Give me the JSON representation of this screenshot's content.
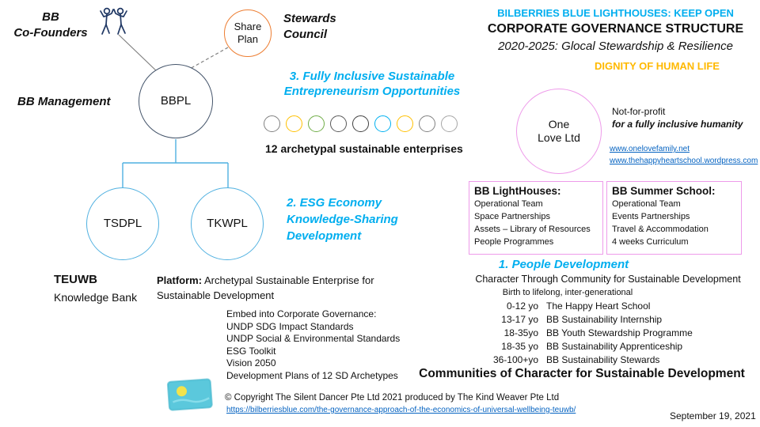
{
  "colors": {
    "cyan": "#00AEEF",
    "gold": "#FFB900",
    "orange": "#ED7D31",
    "blue": "#4FB0E0",
    "dark": "#44546A",
    "pink": "#EE9BEA",
    "link": "#0563C1",
    "navy": "#203864",
    "gray": "#808080"
  },
  "header": {
    "title1": "BILBERRIES BLUE LIGHTHOUSES: KEEP OPEN",
    "title2": "CORPORATE GOVERNANCE STRUCTURE",
    "subtitle": "2020-2025: Glocal Stewardship & Resilience",
    "tagline": "DIGNITY OF HUMAN LIFE"
  },
  "org_chart": {
    "cofounders_line1": "BB",
    "cofounders_line2": "Co-Founders",
    "share_plan_line1": "Share",
    "share_plan_line2": "Plan",
    "stewards_line1": "Stewards",
    "stewards_line2": "Council",
    "management": "BB Management",
    "bbpl": "BBPL",
    "tsdpl": "TSDPL",
    "tkwpl": "TKWPL",
    "teuwb_title": "TEUWB",
    "teuwb_subtitle": "Knowledge Bank",
    "platform_label": "Platform:",
    "platform_text": " Archetypal Sustainable Enterprise for Sustainable Development",
    "embed_list": [
      "Embed into Corporate Governance:",
      "UNDP SDG Impact Standards",
      "UNDP Social & Environmental Standards",
      "ESG Toolkit",
      "Vision 2050",
      "Development Plans of 12 SD Archetypes"
    ]
  },
  "sections": {
    "three_title": "3. Fully Inclusive Sustainable Entrepreneurism Opportunities",
    "three_caption": "12 archetypal sustainable enterprises",
    "two_title": "2. ESG Economy Knowledge-Sharing Development",
    "one_title": "1. People Development",
    "one_subtitle": "Character Through Community for Sustainable Development",
    "one_note": "Birth to lifelong, inter-generational"
  },
  "enterprise_circles": [
    "#808080",
    "#FFC000",
    "#70AD47",
    "#595959",
    "#404040",
    "#00B0F0",
    "#FFC000",
    "#808080",
    "#A6A6A6"
  ],
  "one_love": {
    "line1": "One",
    "line2": "Love Ltd",
    "note1": "Not-for-profit",
    "note2": "for a fully inclusive humanity",
    "link1": "www.onelovefamily.net",
    "link2": "www.thehappyheartschool.wordpress.com"
  },
  "boxes": [
    {
      "title": "BB LightHouses:",
      "items": [
        "Operational Team",
        "Space Partnerships",
        "Assets – Library of Resources",
        "People Programmes"
      ]
    },
    {
      "title": "BB Summer School:",
      "items": [
        "Operational Team",
        "Events Partnerships",
        "Travel & Accommodation",
        "4 weeks Curriculum"
      ]
    }
  ],
  "age_table": [
    {
      "age": "0-12 yo",
      "program": "The Happy Heart School"
    },
    {
      "age": "13-17 yo",
      "program": "BB Sustainability Internship"
    },
    {
      "age": "18-35yo",
      "program": "BB Youth Stewardship Programme"
    },
    {
      "age": "18-35 yo",
      "program": "BB Sustainability Apprenticeship"
    },
    {
      "age": "36-100+yo",
      "program": "BB Sustainability Stewards"
    }
  ],
  "footer": {
    "communities": "Communities of Character for Sustainable Development",
    "copyright": "© Copyright The Silent Dancer Pte Ltd 2021  produced by The Kind Weaver Pte Ltd",
    "link": "https://bilberriesblue.com/the-governance-approach-of-the-economics-of-universal-wellbeing-teuwb/",
    "date": "September 19, 2021"
  }
}
